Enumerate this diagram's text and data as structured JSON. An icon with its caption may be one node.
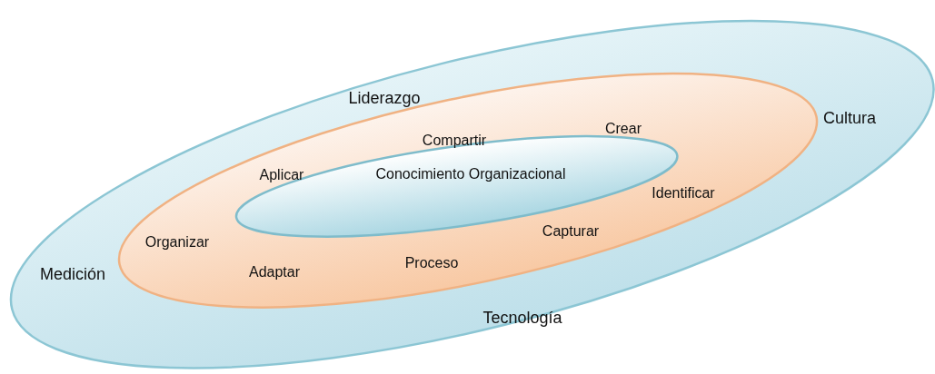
{
  "diagram": {
    "nodes": [
      {
        "text": [
          "Liderazgo",
          "Cultura",
          "Medición",
          "Tecnología"
        ]
      },
      {
        "text": [
          "Compartir",
          "Crear",
          "Aplicar",
          "Identificar",
          "Capturar",
          "Organizar",
          "Proceso",
          "Adaptar"
        ],
        "in": 0
      },
      {
        "text": [
          "Conocimiento Organizacional"
        ],
        "in": 1
      }
    ]
  }
}
